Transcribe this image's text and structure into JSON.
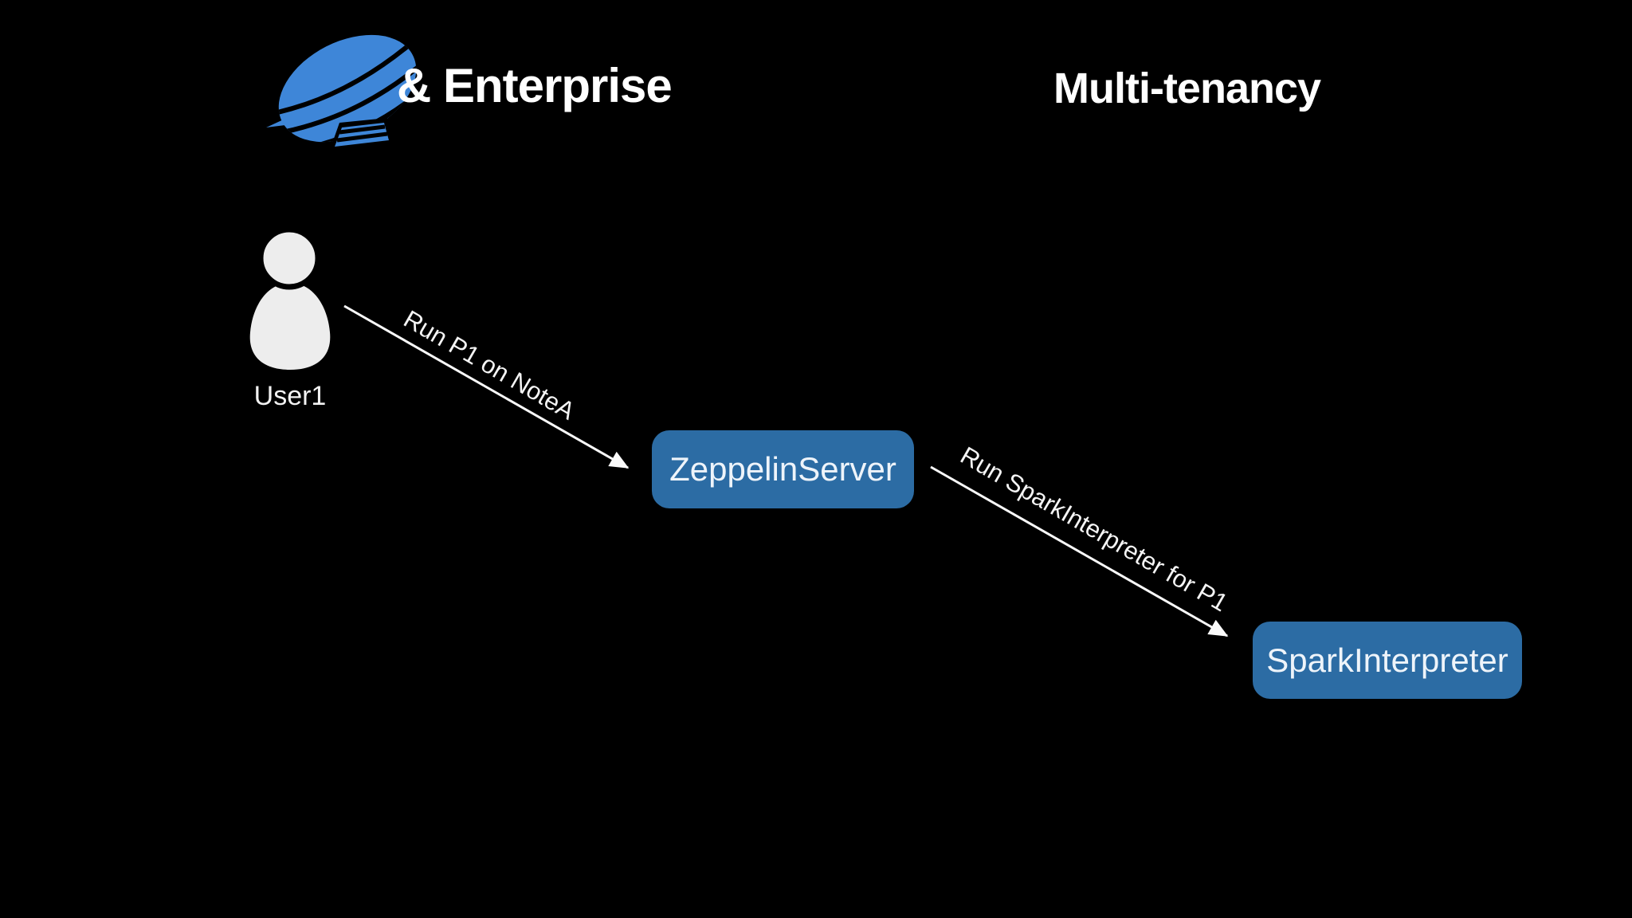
{
  "header": {
    "logo_icon": "zeppelin-blimp-logo",
    "brand_suffix": "& Enterprise",
    "slide_title": "Multi-tenancy"
  },
  "diagram": {
    "actor": {
      "icon": "user-icon",
      "label": "User1"
    },
    "nodes": {
      "zeppelin_server": {
        "label": "ZeppelinServer"
      },
      "spark_interpreter": {
        "label": "SparkInterpreter"
      }
    },
    "edges": {
      "user_to_server": {
        "label": "Run P1 on NoteA"
      },
      "server_to_interpreter": {
        "label": "Run SparkInterpreter for P1"
      }
    }
  },
  "colors": {
    "background": "#000000",
    "logo_blue": "#3e86d8",
    "node_fill": "#2c6ca4",
    "node_text": "#eef4fa",
    "text_white": "#ffffff",
    "actor_fill": "#ededed",
    "arrow": "#fafafa"
  }
}
